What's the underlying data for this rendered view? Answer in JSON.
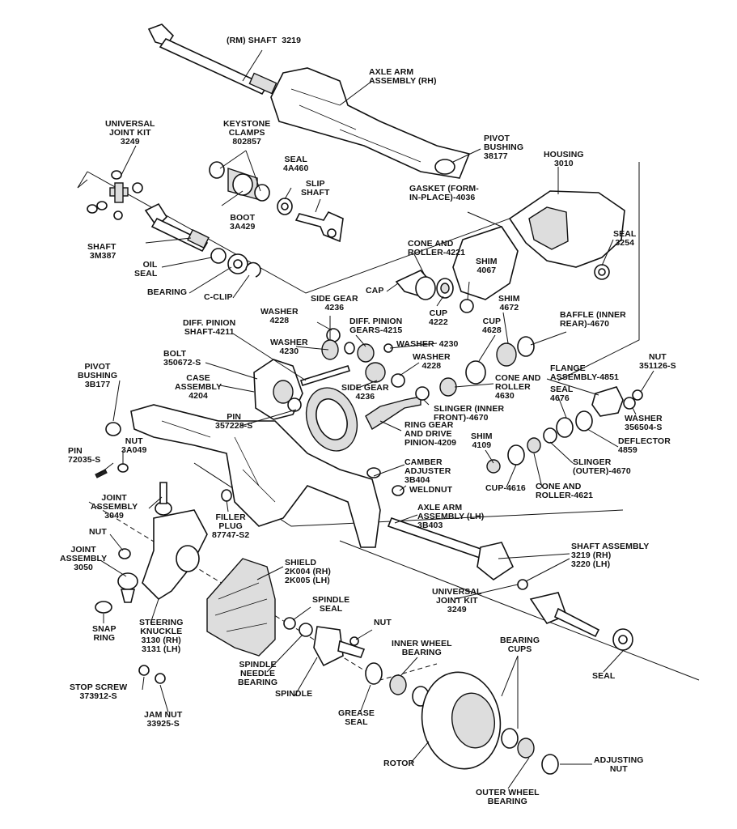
{
  "labels": {
    "rm_shaft": "(RM) SHAFT  3219",
    "axle_arm_rh": "AXLE ARM\nASSEMBLY (RH)",
    "universal_joint_kit_top": "UNIVERSAL\nJOINT KIT\n3249",
    "keystone_clamps": "KEYSTONE\nCLAMPS\n802857",
    "pivot_bushing_top": "PIVOT\nBUSHING\n38177",
    "housing": "HOUSING\n3010",
    "seal_4a460": "SEAL\n4A460",
    "slip_shaft": "SLIP\nSHAFT",
    "gasket": "GASKET (FORM-\nIN-PLACE)-4036",
    "boot": "BOOT\n3A429",
    "seal_3254": "SEAL\n3254",
    "shaft_3m387": "SHAFT\n3M387",
    "cone_roller_4221": "CONE AND\nROLLER-4221",
    "shim_4067": "SHIM\n4067",
    "oil_seal": "OIL\nSEAL",
    "cap": "CAP",
    "bearing_top": "BEARING",
    "c_clip": "C-CLIP",
    "cup_4222": "CUP\n4222",
    "side_gear_top": "SIDE GEAR\n4236",
    "shim_4672": "SHIM\n4672",
    "washer_4228_top": "WASHER\n4228",
    "diff_pinion_shaft": "DIFF. PINION\nSHAFT-4211",
    "diff_pinion_gears": "DIFF. PINION\nGEARS-4215",
    "baffle": "BAFFLE (INNER\nREAR)-4670",
    "cup_4628": "CUP\n4628",
    "washer_4230_left": "WASHER\n4230",
    "washer_4230_right": "WASHER  4230",
    "bolt": "BOLT\n350672-S",
    "washer_4228_mid": "WASHER\n4228",
    "nut_351126": "NUT\n351126-S",
    "flange_assembly": "FLANGE\nASSEMBLY-4851",
    "cone_roller_4630": "CONE AND\nROLLER\n4630",
    "pivot_bushing_left": "PIVOT\nBUSHING\n3B177",
    "case_assembly": "CASE\nASSEMBLY\n4204",
    "side_gear_mid": "SIDE GEAR\n4236",
    "seal_4676": "SEAL\n4676",
    "slinger_inner": "SLINGER (INNER\nFRONT)-4670",
    "washer_356504": "WASHER\n356504-S",
    "pin_357228": "PIN\n357228-S",
    "ring_gear": "RING GEAR\nAND DRIVE\nPINION-4209",
    "deflector": "DEFLECTOR\n4859",
    "shim_4109": "SHIM\n4109",
    "nut_3a049": "NUT\n3A049",
    "pin_72035": "PIN\n72035-S",
    "slinger_outer": "SLINGER\n(OUTER)-4670",
    "camber_adjuster": "CAMBER\nADJUSTER\n3B404",
    "cup_4616": "CUP-4616",
    "cone_roller_4621": "CONE AND\nROLLER-4621",
    "weldnut": "WELDNUT",
    "joint_assembly_3049": "JOINT\nASSEMBLY\n3049",
    "axle_arm_lh": "AXLE ARM\nASSEMBLY (LH)\n3B403",
    "filler_plug": "FILLER\nPLUG\n87747-S2",
    "nut_left": "NUT",
    "shaft_assembly": "SHAFT ASSEMBLY\n3219 (RH)\n3220 (LH)",
    "joint_assembly_3050": "JOINT\nASSEMBLY\n3050",
    "shield": "SHIELD\n2K004 (RH)\n2K005 (LH)",
    "spindle_seal": "SPINDLE\nSEAL",
    "universal_joint_kit_bottom": "UNIVERSAL\nJOINT KIT\n3249",
    "snap_ring": "SNAP\nRING",
    "steering_knuckle": "STEERING\nKNUCKLE\n3130 (RH)\n3131 (LH)",
    "nut_spindle": "NUT",
    "bearing_cups": "BEARING\nCUPS",
    "inner_wheel_bearing": "INNER WHEEL\nBEARING",
    "seal_bottom": "SEAL",
    "spindle_needle_bearing": "SPINDLE\nNEEDLE\nBEARING",
    "stop_screw": "STOP SCREW\n373912-S",
    "spindle": "SPINDLE",
    "jam_nut": "JAM NUT\n33925-S",
    "grease_seal": "GREASE\nSEAL",
    "rotor": "ROTOR",
    "adjusting_nut": "ADJUSTING\nNUT",
    "outer_wheel_bearing": "OUTER WHEEL\nBEARING"
  }
}
